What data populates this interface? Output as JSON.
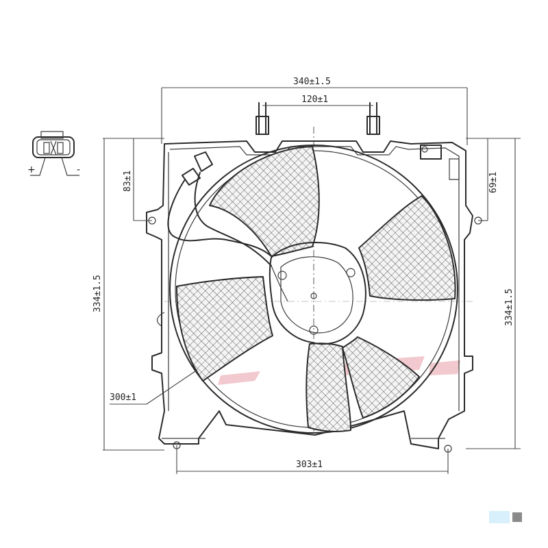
{
  "dimensions": {
    "overall_width": "340±1.5",
    "mount_spacing": "120±1",
    "left_height": "334±1.5",
    "right_height": "334±1.5",
    "left_offset": "83±1",
    "right_offset": "69±1",
    "fan_diameter": "300±1",
    "bottom_spacing": "303±1"
  },
  "connector": {
    "plus_label": "+",
    "minus_label": "-"
  },
  "colors": {
    "line": "#2a2a2a",
    "watermark": "#f2c9cf",
    "corner_light": "#d8f0fb",
    "corner_dark": "#8a8a8a"
  }
}
